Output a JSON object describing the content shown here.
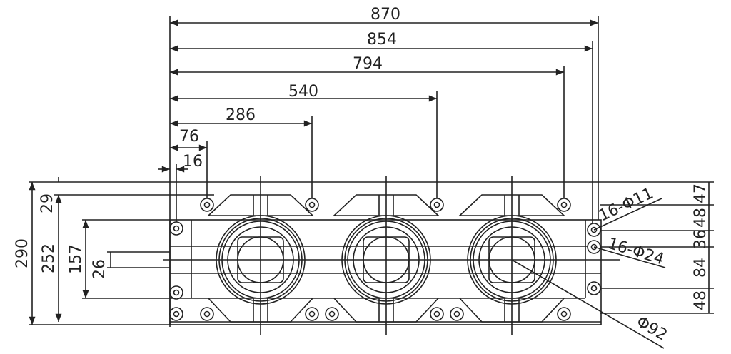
{
  "title": "Base plate layout drawing",
  "top_dimensions": [
    "870",
    "854",
    "794",
    "540",
    "286",
    "76",
    "16"
  ],
  "left_dimensions": [
    "290",
    "252",
    "157",
    "26",
    "29"
  ],
  "right_dimensions": [
    "47",
    "48",
    "36",
    "84",
    "48"
  ],
  "callouts": {
    "hole_small": "16-Φ11",
    "hole_large": "16-Φ24",
    "bore": "Φ92"
  },
  "colors": {
    "line": "#222222",
    "background": "#ffffff"
  }
}
